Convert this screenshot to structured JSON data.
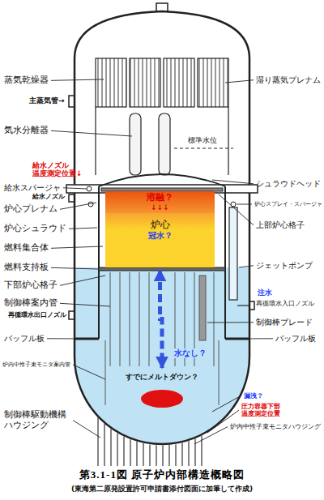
{
  "diagram": {
    "caption": "第3.1-1図 原子炉内部構造概略図",
    "nodes": [
      {
        "text": [
          "溶融？",
          "↓↓↓"
        ]
      },
      {
        "text": [
          "炉心",
          "冠水？"
        ]
      },
      {
        "text": [
          "すでにメルトダウン？"
        ]
      }
    ],
    "edges": [
      {
        "from": 1,
        "to": 2,
        "arrow": "both"
      }
    ],
    "labels": [
      "蒸気乾燥器",
      "湿り蒸気プレナム",
      "主蒸気管→",
      "気水分離器",
      "標準水位",
      "給水ノズル 温度測定位置↓",
      "給水スパージャ",
      "給水ノズル",
      "シュラウドヘッド",
      "炉心プレナム",
      "炉心スプレイ・スパージャ",
      "炉心シュラウド",
      "上部炉心格子",
      "燃料集合体",
      "燃料支持板",
      "ジェットポンプ",
      "下部炉心格子",
      "制御棒案内管",
      "注水",
      "再循環水入口ノズル",
      "再循環水出口ノズル",
      "制御棒ブレード",
      "バッフル板",
      "バッフル板",
      "水なし？",
      "炉内中性子束モニタ案内管",
      "制御棒駆動機構 ハウジング",
      "漏洩？",
      "圧力容器下部 温度測定位置",
      "炉内中性子束モニタハウジング",
      "(東海第二原発設置許可申請書添付図面に加筆して作成)"
    ]
  }
}
